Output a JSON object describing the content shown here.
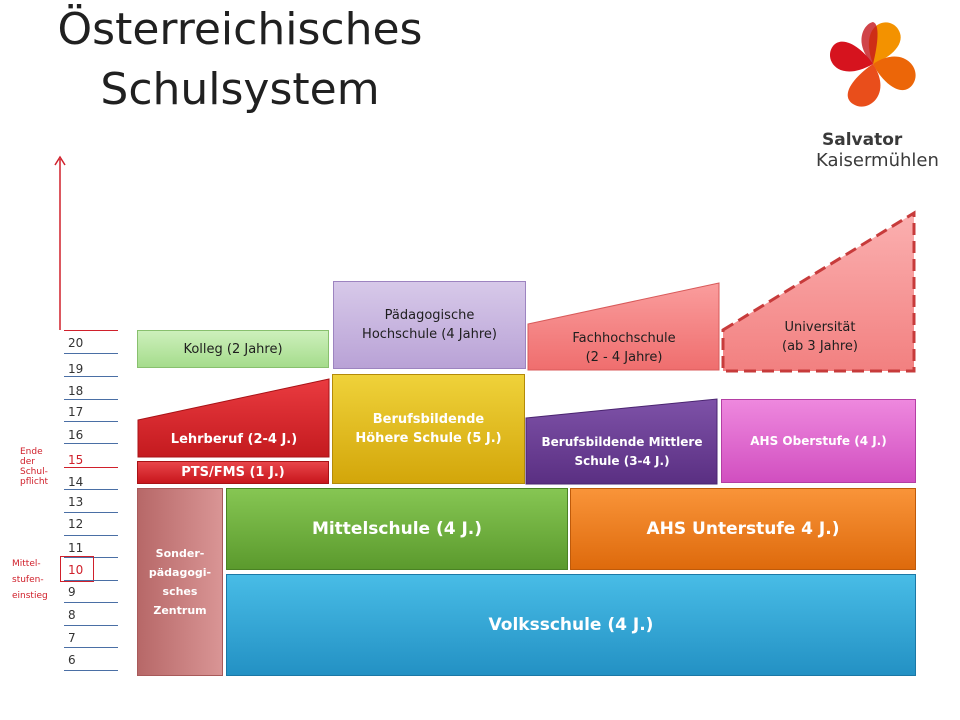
{
  "title": "Österreichisches Schulsystem",
  "logo": {
    "line1": "Salvator",
    "line2": "Kaisermühlen"
  },
  "ages": [
    "20",
    "19",
    "18",
    "17",
    "16",
    "15",
    "14",
    "13",
    "12",
    "11",
    "10",
    "9",
    "8",
    "7",
    "6"
  ],
  "notes": {
    "schulpflicht": [
      "Ende",
      "der",
      "Schul-",
      "pflicht"
    ],
    "mittelstufe": [
      "Mittel-",
      "stufen-",
      "einstieg"
    ]
  },
  "institutions": {
    "volksschule": "Volksschule (4 J.)",
    "mittelschule": "Mittelschule (4 J.)",
    "ahs_unterstufe": "AHS Unterstufe 4 J.)",
    "sonderpaed": [
      "Sonder-",
      "pädagogi-",
      "sches",
      "Zentrum"
    ],
    "pts": "PTS/FMS (1 J.)",
    "lehrberuf": "Lehrberuf (2-4 J.)",
    "bhs": [
      "Berufsbildende",
      "Höhere Schule (5 J.)"
    ],
    "bms": [
      "Berufsbildende Mittlere",
      "Schule (3-4 J.)"
    ],
    "ahs_oberstufe": "AHS Oberstufe (4 J.)",
    "kolleg": "Kolleg (2 Jahre)",
    "ph": [
      "Pädagogische",
      "Hochschule (4 Jahre)"
    ],
    "fh": [
      "Fachhochschule",
      "(2 - 4 Jahre)"
    ],
    "uni": [
      "Universität",
      "(ab 3 Jahre)"
    ]
  },
  "colors": {
    "volksschule": "#2fa7d8",
    "mittelschule": "#6fb13c",
    "ahs_unterstufe": "#f17e1b",
    "sonderpaed": "#c97b7b",
    "pts": "#d8262c",
    "lehrberuf": "#d8262c",
    "bhs": "#e2bd10",
    "bms": "#6a3d92",
    "ahs_oberstufe": "#e06ad0",
    "kolleg": "#b8e6a4",
    "ph": "#c7b4de",
    "fh": "#f58b8b",
    "uni": "#f58b8b",
    "arrow": "#d0202b"
  }
}
